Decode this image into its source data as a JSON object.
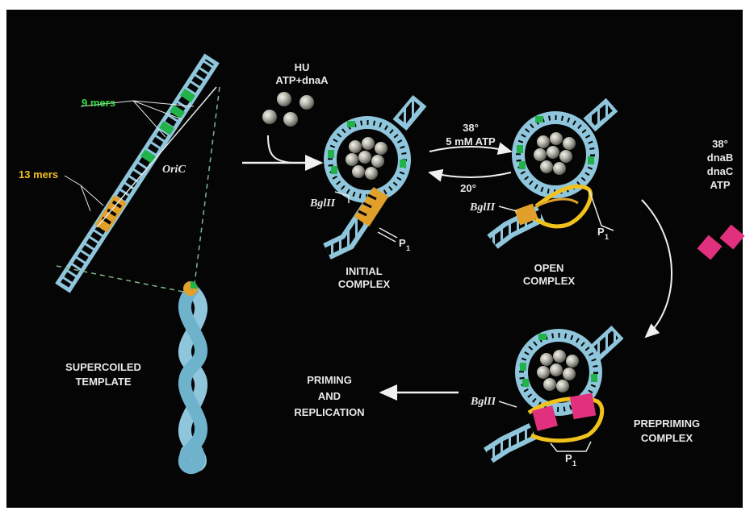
{
  "colors": {
    "background": "#050505",
    "dna_strand": "#8fc6dc",
    "nine_mers": "#22b24a",
    "thirteen_mers": "#e0a02a",
    "open_region": "#f2c21c",
    "dnab_dnac": "#e0307e",
    "protein_sphere": "#b8b8ae",
    "label_nine": "#33dd44",
    "label_thirteen": "#f0c020"
  },
  "template": {
    "nine_mers_label": "9 mers",
    "thirteen_mers_label": "13 mers",
    "oric_label": "OriC",
    "supercoiled_line1": "SUPERCOILED",
    "supercoiled_line2": "TEMPLATE"
  },
  "step1": {
    "line1": "HU",
    "line2": "ATP+dnaA"
  },
  "step2": {
    "forward_line1": "38°",
    "forward_line2": "5 mM ATP",
    "reverse": "20°"
  },
  "step3": {
    "line1": "38°",
    "line2": "dnaB",
    "line3": "dnaC",
    "line4": "ATP"
  },
  "complexes": {
    "initial_line1": "INITIAL",
    "initial_line2": "COMPLEX",
    "open_line1": "OPEN",
    "open_line2": "COMPLEX",
    "prepriming_line1": "PREPRIMING",
    "prepriming_line2": "COMPLEX"
  },
  "markers": {
    "bglii": "BglII",
    "p_letter": "P",
    "p_sub": "1"
  },
  "output": {
    "line1": "PRIMING",
    "line2": "AND",
    "line3": "REPLICATION"
  }
}
